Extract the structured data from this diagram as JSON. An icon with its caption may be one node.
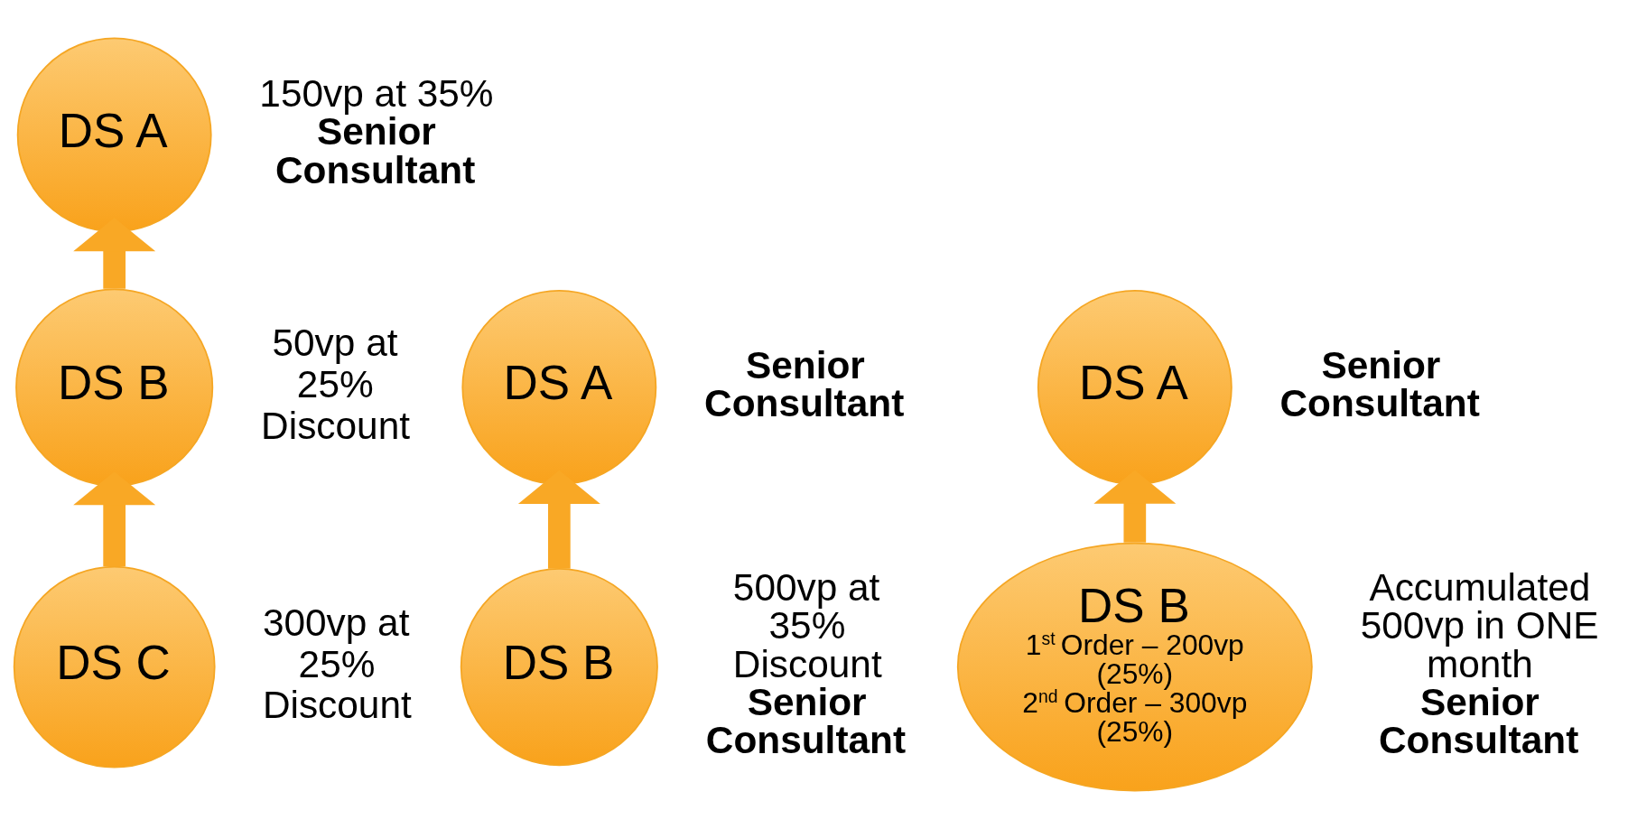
{
  "diagram": {
    "nodes": [
      {
        "text": [
          "DS A"
        ],
        "beside": [
          "150vp at 35%",
          "Senior Consultant"
        ]
      },
      {
        "text": [
          "DS B"
        ],
        "beside": [
          "50vp at 25% Discount"
        ]
      },
      {
        "text": [
          "DS C"
        ],
        "beside": [
          "300vp at 25% Discount"
        ]
      },
      {
        "text": [
          "DS A"
        ],
        "beside": [
          "Senior Consultant"
        ]
      },
      {
        "text": [
          "DS B"
        ],
        "beside": [
          "500vp at 35% Discount",
          "Senior Consultant"
        ]
      },
      {
        "text": [
          "DS A"
        ],
        "beside": [
          "Senior Consultant"
        ]
      },
      {
        "text": [
          "DS B",
          "1$^{st}$ Order – 200vp (25%)",
          "2$^{nd}$ Order – 300vp (25%)"
        ],
        "beside": [
          "Accumulated 500vp in ONE month",
          "Senior Consultant"
        ]
      }
    ],
    "edges": [
      {
        "from": 1,
        "to": 0,
        "arrow": "to"
      },
      {
        "from": 2,
        "to": 1,
        "arrow": "to"
      },
      {
        "from": 4,
        "to": 3,
        "arrow": "to"
      },
      {
        "from": 6,
        "to": 5,
        "arrow": "to"
      }
    ]
  }
}
